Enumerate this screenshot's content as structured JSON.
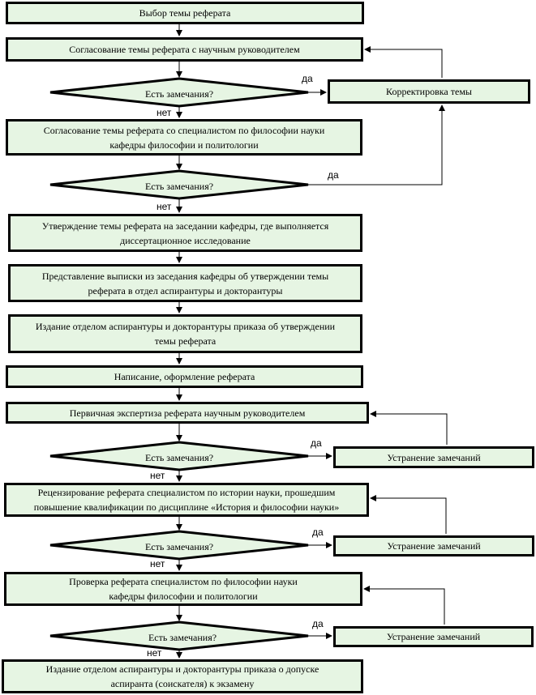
{
  "steps": {
    "s1": "Выбор темы реферата",
    "s2": "Согласование темы реферата с научным руководителем",
    "s3_l1": "Согласование темы реферата со специалистом по философии науки",
    "s3_l2": "кафедры философии и политологии",
    "s4_l1": "Утверждение темы реферата на заседании кафедры, где выполняется",
    "s4_l2": "диссертационное исследование",
    "s5_l1": "Представление выписки из заседания кафедры об утверждении темы",
    "s5_l2": "реферата в отдел аспирантуры и докторантуры",
    "s6_l1": "Издание отделом аспирантуры и докторантуры приказа об утверждении",
    "s6_l2": "темы реферата",
    "s7": "Написание, оформление реферата",
    "s8": "Первичная экспертиза реферата научным руководителем",
    "s9_l1": "Рецензирование реферата специалистом по истории науки, прошедшим",
    "s9_l2": "повышение квалификации по дисциплине «История и философии науки»",
    "s10_l1": "Проверка реферата специалистом по философии науки",
    "s10_l2": "кафедры философии и политологии",
    "s11_l1": "Издание отделом аспирантуры и докторантуры приказа о допуске",
    "s11_l2": "аспиранта (соискателя) к экзамену"
  },
  "side": {
    "correction": "Корректировка темы",
    "fix1": "Устранение замечаний",
    "fix2": "Устранение замечаний",
    "fix3": "Устранение замечаний"
  },
  "decisions": {
    "d1": "Есть замечания?",
    "d2": "Есть замечания?",
    "d3": "Есть замечания?",
    "d4": "Есть замечания?",
    "d5": "Есть замечания?"
  },
  "labels": {
    "yes": "да",
    "no": "нет"
  }
}
